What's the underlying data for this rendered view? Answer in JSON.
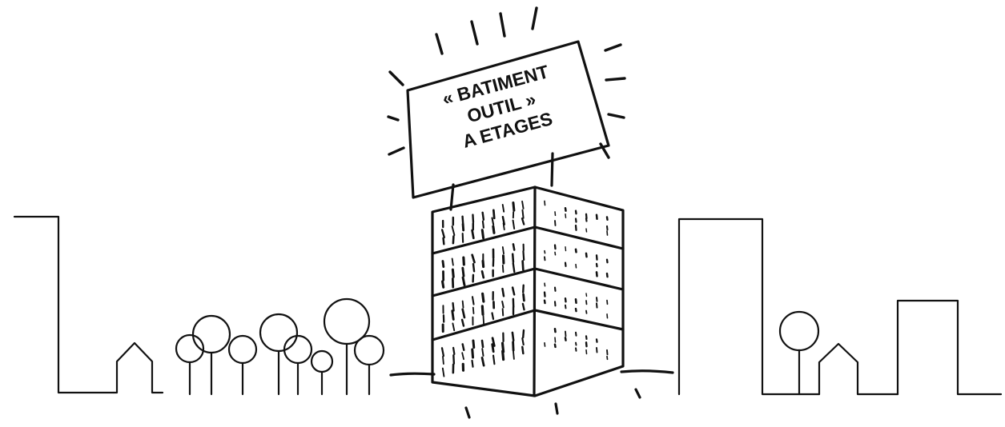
{
  "sign": {
    "line1": "« BATIMENT",
    "line2": "OUTIL »",
    "line3": "A ETAGES"
  },
  "colors": {
    "ink": "#111111",
    "background": "#ffffff"
  }
}
